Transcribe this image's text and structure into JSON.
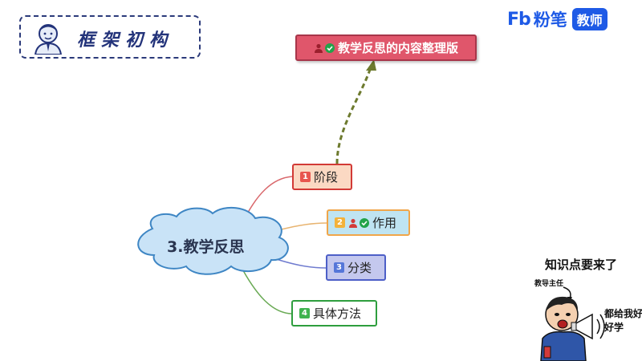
{
  "header": {
    "title": "框架初构",
    "logo_mark": "Fb",
    "logo_text": "粉笔",
    "logo_badge": "教师"
  },
  "mindmap": {
    "center": "3.教学反思",
    "top_node": "教学反思的内容整理版",
    "branches": [
      {
        "num": "1",
        "label": "阶段",
        "num_color": "#e8554e"
      },
      {
        "num": "2",
        "label": "作用",
        "num_color": "#f3b23a"
      },
      {
        "num": "3",
        "label": "分类",
        "num_color": "#5577d9"
      },
      {
        "num": "4",
        "label": "具体方法",
        "num_color": "#3fb34f"
      }
    ]
  },
  "callout": {
    "main": "知识点要来了",
    "boss": "教导主任",
    "side": "都给我好好学"
  }
}
